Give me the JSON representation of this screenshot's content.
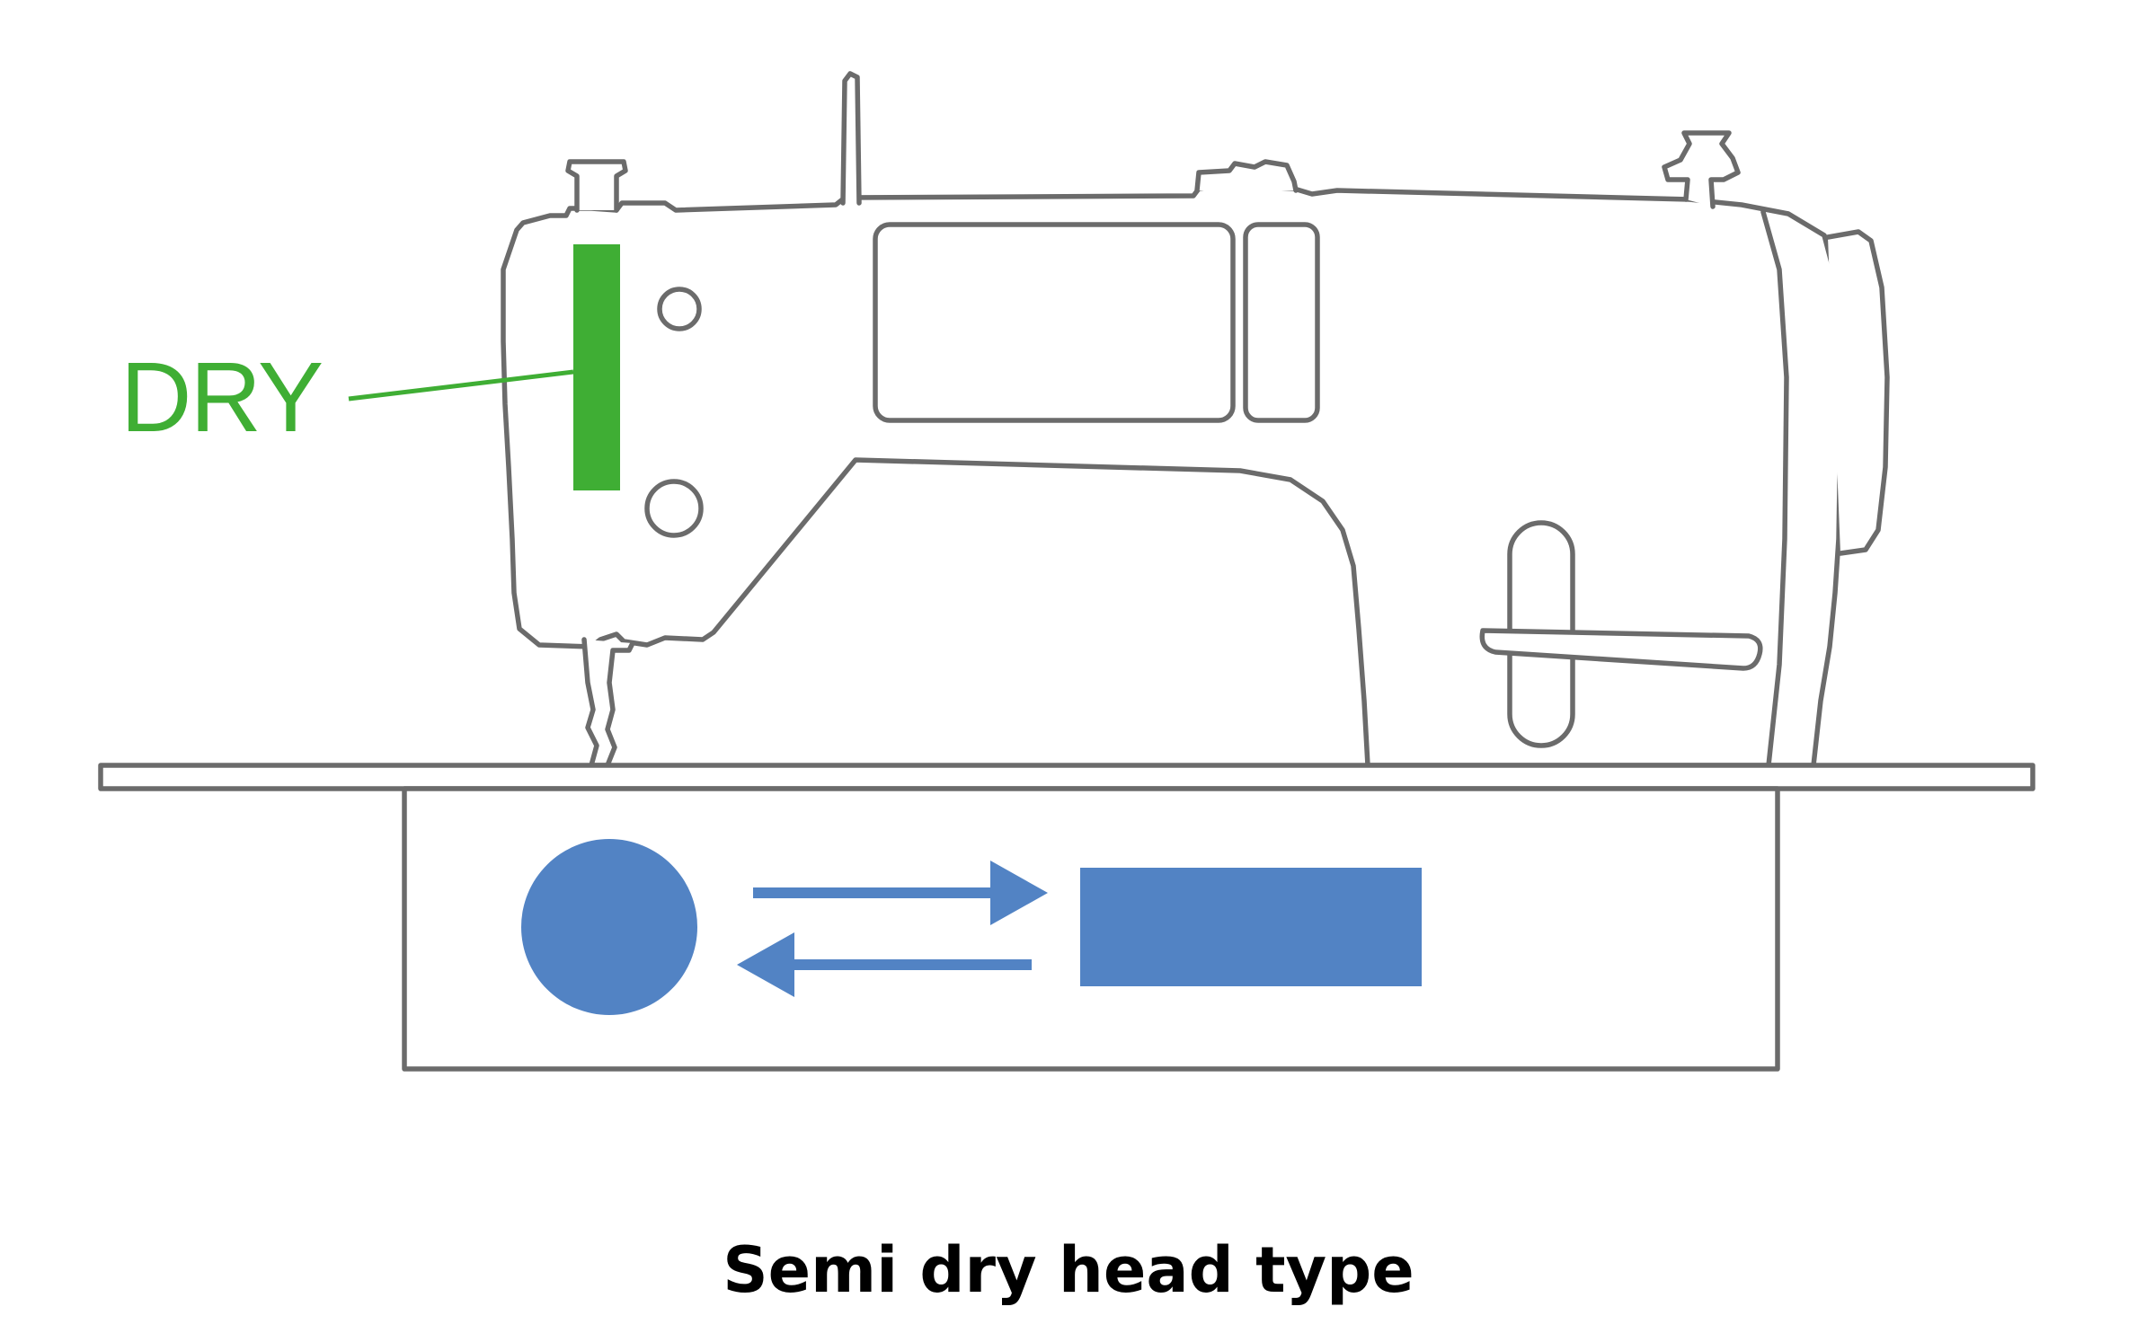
{
  "diagram": {
    "dry_label": "DRY",
    "caption": "Semi dry head type"
  },
  "colors": {
    "outline": "#6b6b6b",
    "dry_accent": "#3fae34",
    "oil_system_blue": "#5283c4",
    "caption_text": "#000000"
  },
  "icons": {
    "oil_tank": "circle",
    "pump_unit": "rectangle",
    "flow": "two-way-arrows"
  }
}
